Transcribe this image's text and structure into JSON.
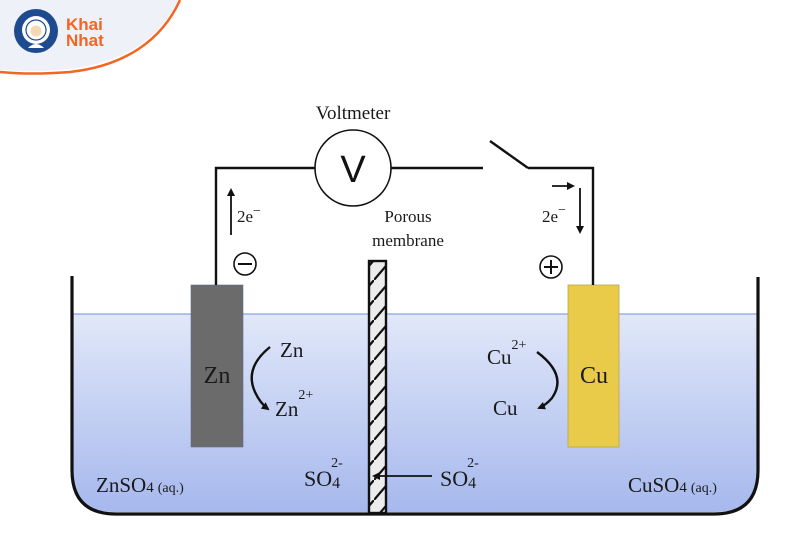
{
  "logo": {
    "line1": "Khai",
    "line2": "Nhat",
    "brand_color": "#f26522",
    "badge_color": "#1e4b8f"
  },
  "diagram": {
    "title": "Galvanic cell (Zn–Cu)",
    "voltmeter_label": "Voltmeter",
    "voltmeter_symbol": "V",
    "membrane_label_line1": "Porous",
    "membrane_label_line2": "membrane",
    "anode": {
      "sign_icon": "minus-circle-icon",
      "electron_label": "2e",
      "electron_charge": "−",
      "electrode_label": "Zn",
      "reactant": "Zn",
      "product": "Zn",
      "product_charge": "2+",
      "solution": "ZnSO",
      "solution_sub": "4",
      "solution_state": "(aq.)",
      "color": "#6b6b6b"
    },
    "cathode": {
      "sign_icon": "plus-circle-icon",
      "electron_label": "2e",
      "electron_charge": "−",
      "electrode_label": "Cu",
      "reactant": "Cu",
      "reactant_charge": "2+",
      "product": "Cu",
      "solution": "CuSO",
      "solution_sub": "4",
      "solution_state": "(aq.)",
      "color": "#e9cb49"
    },
    "ion_migration": {
      "left_ion": "SO",
      "left_sub": "4",
      "left_charge": "2-",
      "right_ion": "SO",
      "right_sub": "4",
      "right_charge": "2-"
    },
    "solution_colors": {
      "top": "#dfe6f8",
      "bottom": "#a8baee"
    }
  }
}
